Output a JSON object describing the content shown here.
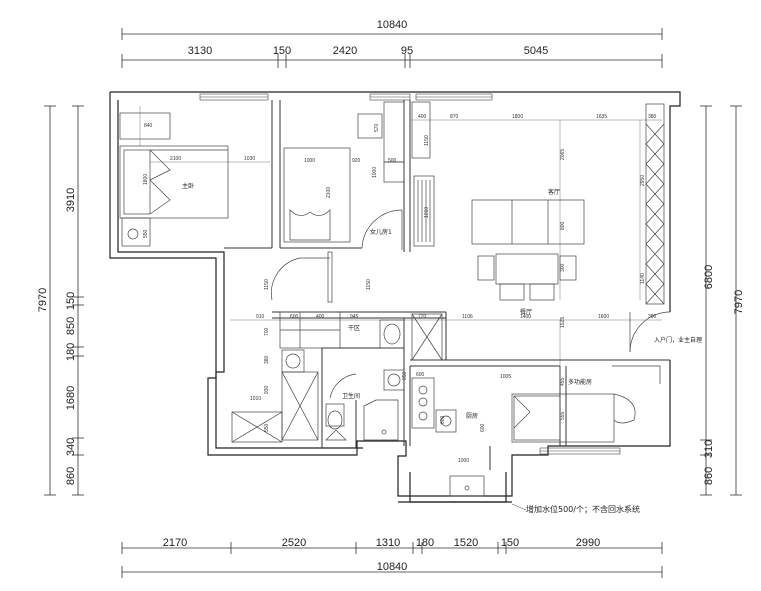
{
  "dimensions": {
    "top_total": "10840",
    "top_segments": [
      "3130",
      "150",
      "2420",
      "95",
      "5045"
    ],
    "bottom_total": "10840",
    "bottom_segments": [
      "2170",
      "2520",
      "1310",
      "180",
      "1520",
      "150",
      "2990"
    ],
    "left_total": "7970",
    "left_segments": [
      "3910",
      "150",
      "850",
      "180",
      "1680",
      "340",
      "860"
    ],
    "right_total": "7970",
    "right_segments": [
      "6800",
      "310",
      "860"
    ]
  },
  "rooms": {
    "master_bedroom": "主卧",
    "daughter_room": "女儿房1",
    "living_room": "客厅",
    "dining_room": "餐厅",
    "dry_area": "干区",
    "bathroom": "卫生间",
    "kitchen": "厨房",
    "multi_room": "多功能房",
    "entrance": "入户门，业主自理"
  },
  "inner_dims": {
    "master": [
      "840",
      "2100",
      "1030",
      "1800",
      "550"
    ],
    "daughter": [
      "1000",
      "920",
      "500",
      "1000",
      "2100",
      "570",
      "1150"
    ],
    "living": [
      "400",
      "870",
      "1800",
      "1635",
      "380",
      "2065",
      "2950",
      "800",
      "1140",
      "1010",
      "300"
    ],
    "middle": [
      "1150",
      "910",
      "600",
      "400",
      "945",
      "1150",
      "700",
      "380",
      "1010",
      "930",
      "550"
    ],
    "center": [
      "720",
      "600",
      "1106",
      "1400",
      "1600",
      "380",
      "1525",
      "850",
      "600",
      "600",
      "1000",
      "1005",
      "555",
      "455"
    ]
  },
  "note": "增加水位500/个；不含回水系统"
}
